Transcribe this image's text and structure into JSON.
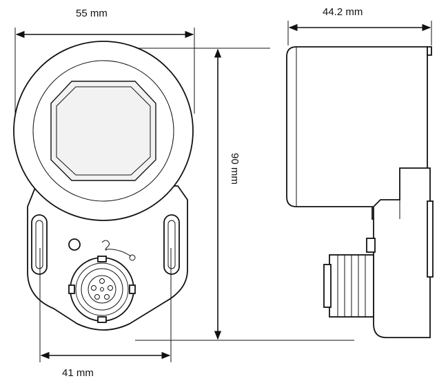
{
  "dimensions": {
    "front_width": "55 mm",
    "side_depth": "44.2 mm",
    "height": "90 mm",
    "bottom_width": "41 mm"
  }
}
